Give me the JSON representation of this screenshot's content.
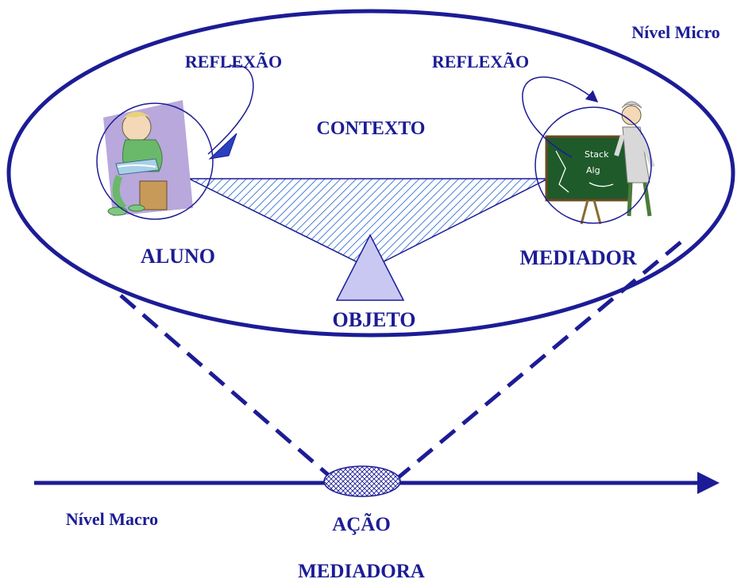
{
  "labels": {
    "nivel_micro": "Nível Micro",
    "nivel_macro": "Nível Macro",
    "reflexao_left": "REFLEXÃO",
    "reflexao_right": "REFLEXÃO",
    "contexto": "CONTEXTO",
    "aluno": "ALUNO",
    "mediador": "MEDIADOR",
    "objeto": "OBJETO",
    "acao": "AÇÃO",
    "mediadora": "MEDIADORA"
  },
  "board_text": {
    "line1": "Stack",
    "line2": "Alg"
  },
  "colors": {
    "navy": "#1c1c96",
    "triangle_fill": "#c8c8f2",
    "hatch": "#4a7fd6",
    "board": "#1f5a2a",
    "lavender": "#b8a8dc"
  }
}
